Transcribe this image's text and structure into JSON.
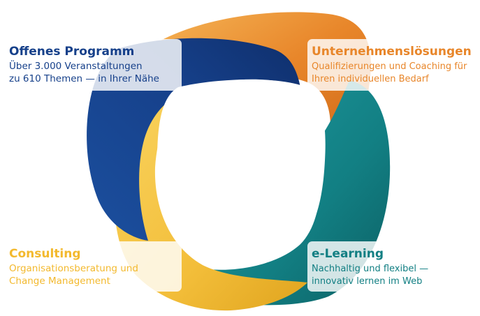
{
  "colors": {
    "blue": "#16408a",
    "orange": "#e8862a",
    "teal": "#127f83",
    "yellow": "#f4c13f"
  },
  "panels": {
    "programm": {
      "title": "Offenes Programm",
      "line1": "Über 3.000 Veranstaltungen",
      "line2": "zu 610 Themen — in Ihrer Nähe"
    },
    "unternehmen": {
      "title": "Unternehmenslösungen",
      "line1": "Qualifizierungen und Coaching für",
      "line2": "Ihren individuellen Bedarf"
    },
    "consulting": {
      "title": "Consulting",
      "line1": "Organisationsberatung und",
      "line2": "Change Management"
    },
    "elearning": {
      "title": "e-Learning",
      "line1": "Nachhaltig und flexibel —",
      "line2": "innovativ lernen im Web"
    }
  }
}
